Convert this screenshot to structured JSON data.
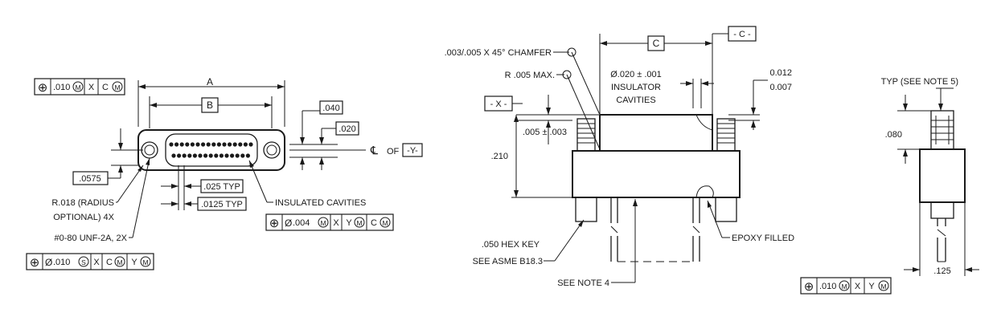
{
  "front_view": {
    "fcf_top": {
      "symbol": "⊕",
      "tolerance": ".010",
      "modifier": "M",
      "datum1": "X",
      "datum2": "C",
      "datum2_mod": "M"
    },
    "dim_a": "A",
    "dim_b": "B",
    "dim_040": ".040",
    "dim_020": ".020",
    "centerline_symbol": "℄",
    "centerline_of": "OF",
    "centerline_datum": "-Y-",
    "dim_0575": ".0575",
    "radius_line1": "R.018 (RADIUS",
    "radius_line2": "OPTIONAL) 4X",
    "thread_callout": "#0-80 UNF-2A, 2X",
    "dim_025": ".025 TYP",
    "dim_0125": ".0125 TYP",
    "insulated_cavities": "INSULATED CAVITIES",
    "fcf_right": {
      "symbol": "⊕",
      "diameter": "Ø",
      "tolerance": ".004",
      "modifier": "M",
      "datum1": "X",
      "datum2": "Y",
      "datum2_mod": "M",
      "datum3": "C",
      "datum3_mod": "M"
    },
    "fcf_bottom": {
      "symbol": "⊕",
      "diameter": "Ø",
      "tolerance": ".010",
      "modifier": "S",
      "datum1": "X",
      "datum2": "C",
      "datum2_mod": "M",
      "datum3": "Y",
      "datum3_mod": "M"
    }
  },
  "side_view": {
    "chamfer": ".003/.005 X 45° CHAMFER",
    "radius_max": "R .005 MAX.",
    "datum_x": "- X -",
    "dim_c": "C",
    "datum_c": "- C -",
    "insulator_line1": "Ø.020 ± .001",
    "insulator_line2": "INSULATOR",
    "insulator_line3": "CAVITIES",
    "dim_0012": "0.012",
    "dim_0007": "0.007",
    "dim_005": ".005 ± .003",
    "dim_210": ".210",
    "hex_key_line1": ".050 HEX KEY",
    "hex_key_line2": "SEE ASME B18.3",
    "epoxy": "EPOXY FILLED",
    "see_note4": "SEE NOTE 4"
  },
  "end_view": {
    "typ_note": "TYP (SEE NOTE 5)",
    "dim_080": ".080",
    "dim_125": ".125",
    "fcf": {
      "symbol": "⊕",
      "tolerance": ".010",
      "modifier": "M",
      "datum1": "X",
      "datum2": "Y",
      "datum2_mod": "M"
    }
  }
}
